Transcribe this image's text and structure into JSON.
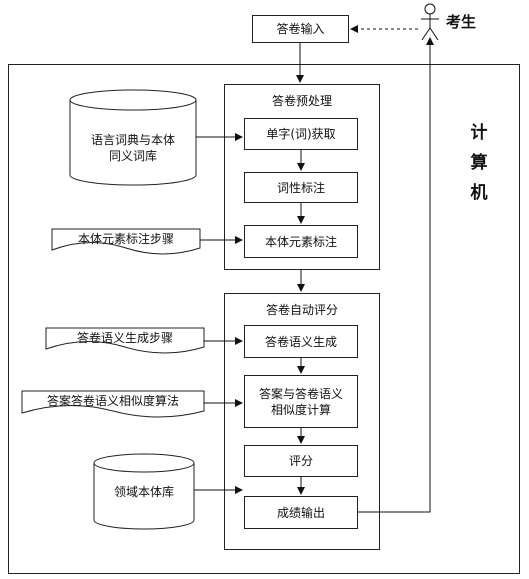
{
  "actor": {
    "label": "考生"
  },
  "input_box": {
    "label": "答卷输入"
  },
  "computer": {
    "label_chars": [
      "计",
      "算",
      "机"
    ]
  },
  "preprocess": {
    "title": "答卷预处理",
    "steps": [
      "单字(词)获取",
      "词性标注",
      "本体元素标注"
    ]
  },
  "scoring": {
    "title": "答卷自动评分",
    "steps": [
      "答卷语义生成",
      "答案与答卷语义\n相似度计算",
      "评分",
      "成绩输出"
    ]
  },
  "databases": {
    "dictionary": "语言词典与本体\n同义词库",
    "domain": "领域本体库"
  },
  "procedures": {
    "ontology_tag": "本体元素标注步骤",
    "semantic_gen": "答卷语义生成步骤",
    "similarity_alg": "答案答卷语义相似度算法"
  }
}
